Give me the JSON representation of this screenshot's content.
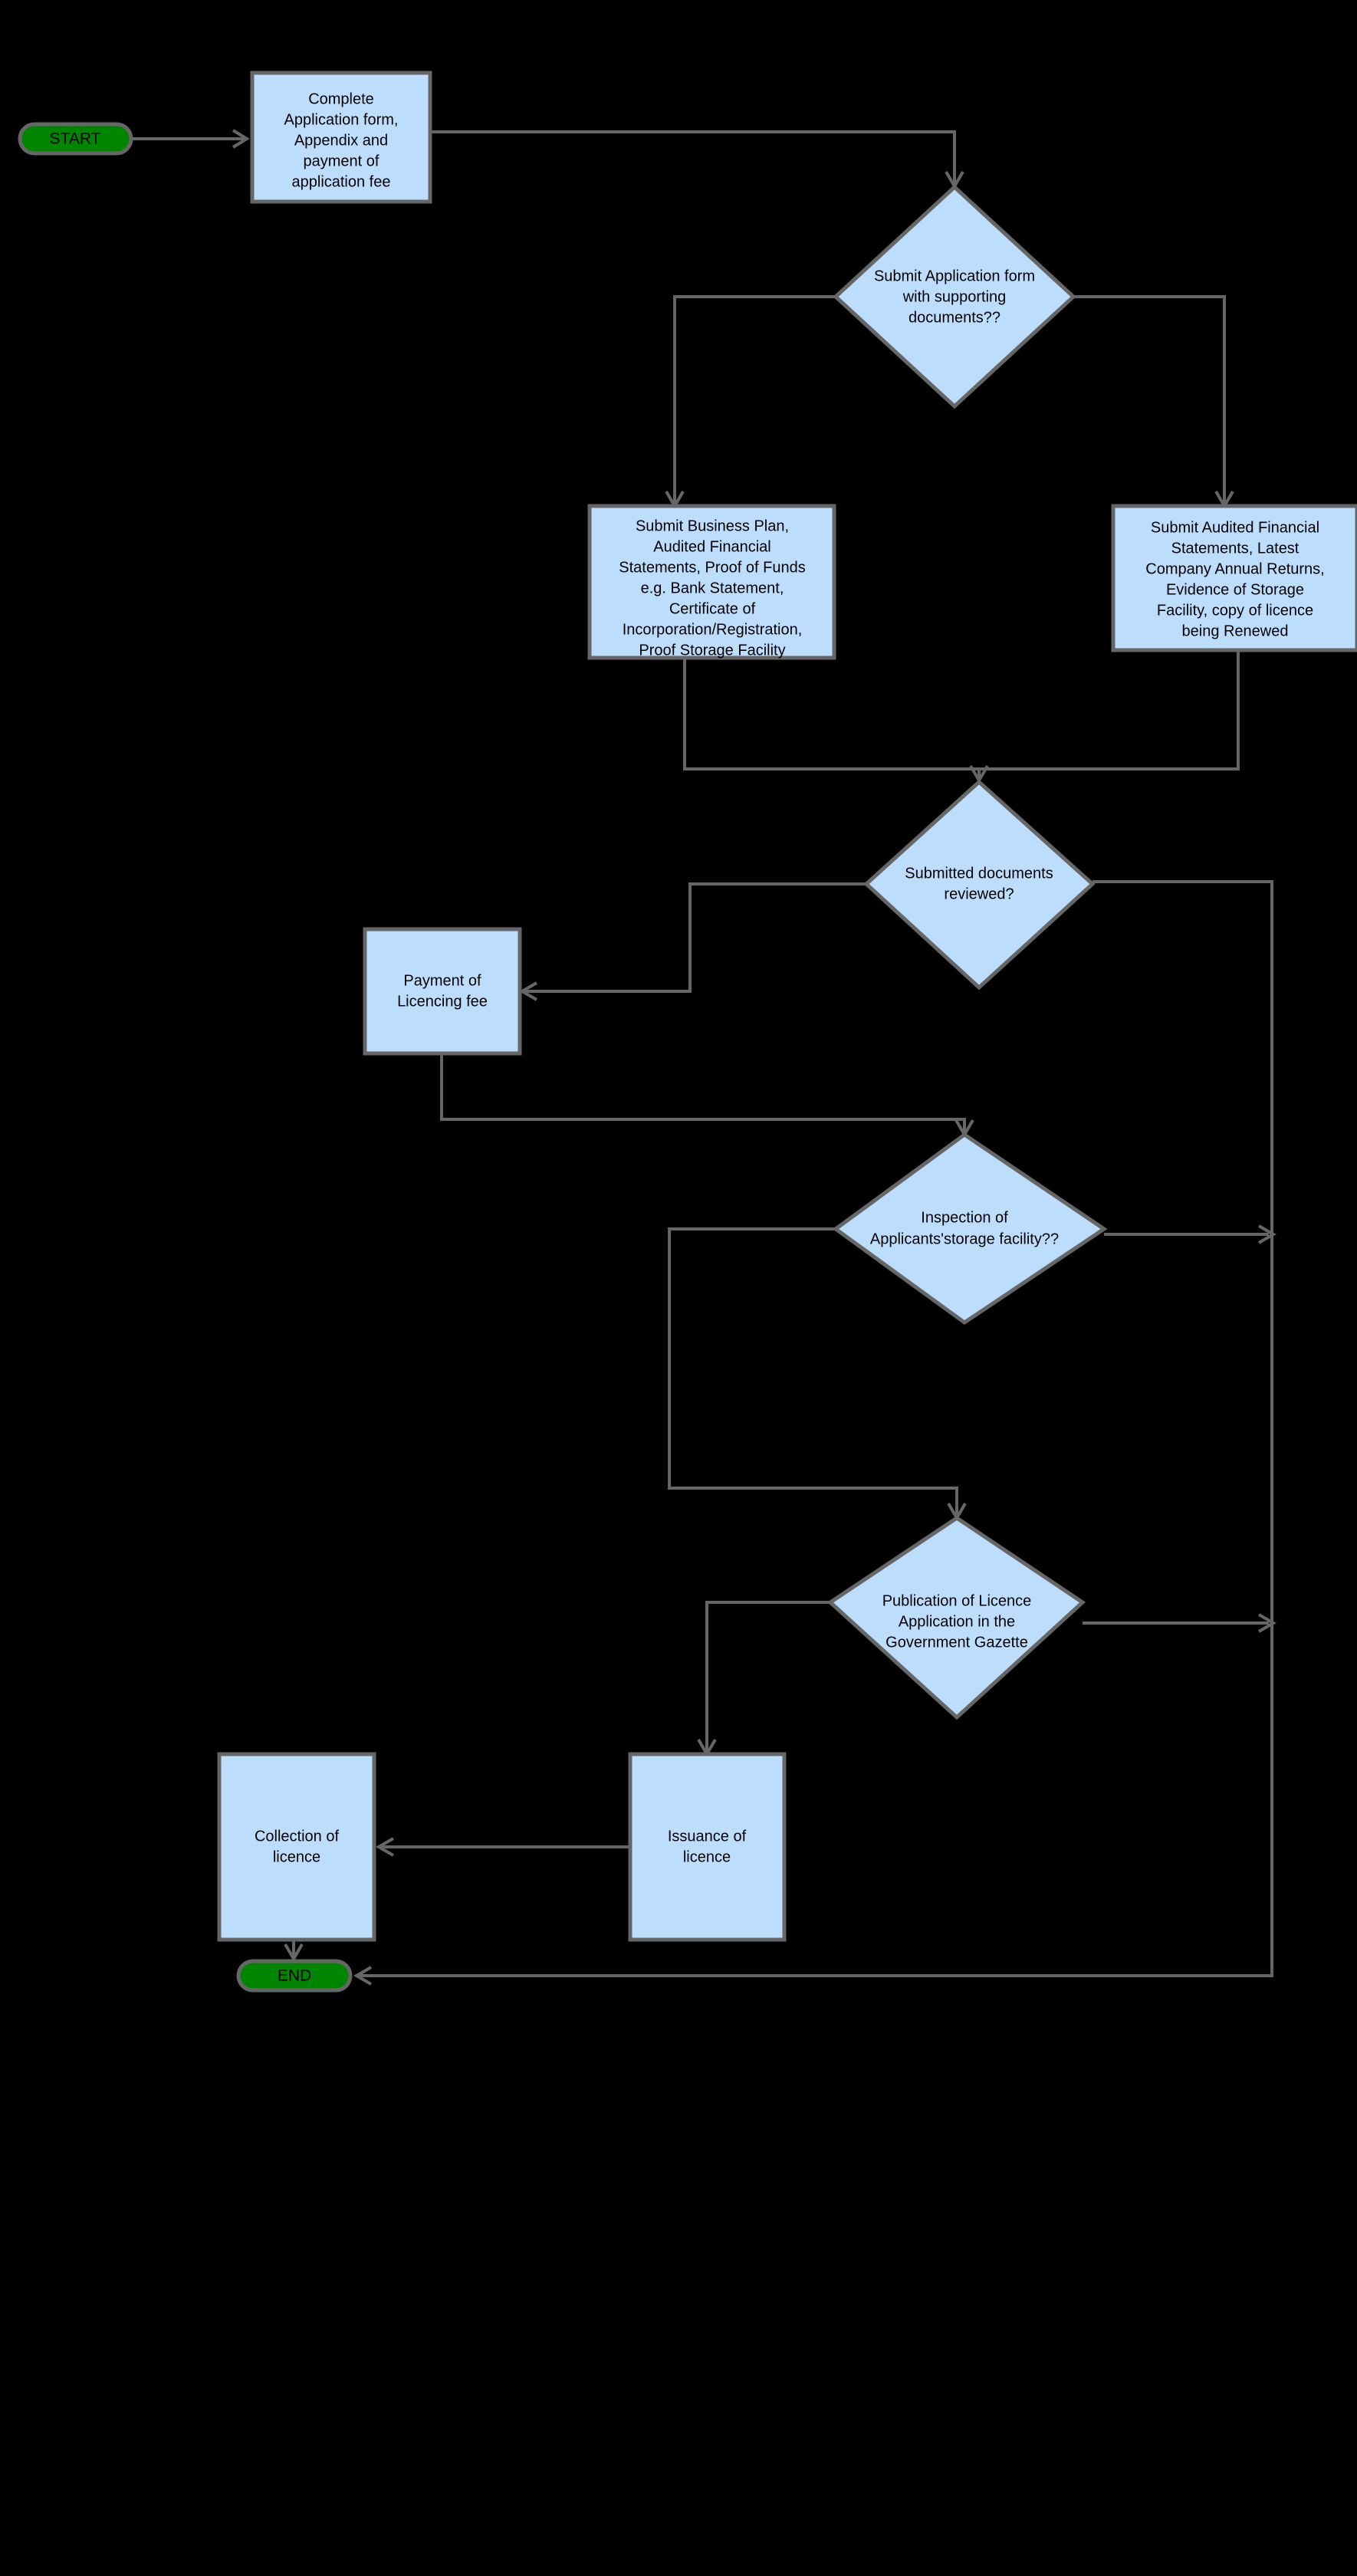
{
  "diagram": {
    "title": "Licence Application Process Flowchart",
    "type": "flowchart",
    "background_color": "#000000",
    "process_fill": "#bdddfd",
    "terminator_fill": "#008500",
    "border_color": "#666666",
    "edge_color": "#666666",
    "text_color": "#000000"
  },
  "nodes": {
    "start": {
      "label": "START",
      "shape": "stadium"
    },
    "complete_application": {
      "shape": "rectangle",
      "lines": [
        "Complete",
        "Application form,",
        "Appendix and",
        "payment of",
        "application fee"
      ]
    },
    "submit_application_decision": {
      "shape": "diamond",
      "lines": [
        "Submit Application form",
        "with supporting",
        "documents??"
      ]
    },
    "submit_business_plan": {
      "shape": "rectangle",
      "lines": [
        "Submit Business Plan,",
        "Audited Financial",
        "Statements, Proof of Funds",
        "e.g. Bank Statement,",
        "Certificate of",
        "Incorporation/Registration,",
        "Proof Storage Facility"
      ]
    },
    "submit_audited_financial": {
      "shape": "rectangle",
      "lines": [
        "Submit Audited Financial",
        "Statements, Latest",
        "Company Annual Returns,",
        "Evidence of Storage",
        "Facility, copy of licence",
        "being Renewed"
      ]
    },
    "documents_reviewed_decision": {
      "shape": "diamond",
      "lines": [
        "Submitted documents",
        "reviewed?"
      ]
    },
    "payment_licencing_fee": {
      "shape": "rectangle",
      "lines": [
        "Payment of",
        "Licencing fee"
      ]
    },
    "inspection_decision": {
      "shape": "diamond",
      "lines": [
        "Inspection of",
        "Applicants'storage facility??"
      ]
    },
    "publication_decision": {
      "shape": "diamond",
      "lines": [
        "Publication of Licence",
        "Application in the",
        "Government Gazette"
      ]
    },
    "issuance_licence": {
      "shape": "rectangle",
      "lines": [
        "Issuance of",
        "licence"
      ]
    },
    "collection_licence": {
      "shape": "rectangle",
      "lines": [
        "Collection of",
        "licence"
      ]
    },
    "end": {
      "label": "END",
      "shape": "stadium"
    }
  },
  "edges": [
    {
      "from": "start",
      "to": "complete_application",
      "label": ""
    },
    {
      "from": "complete_application",
      "to": "submit_application_decision",
      "label": ""
    },
    {
      "from": "submit_application_decision",
      "to": "submit_business_plan",
      "label": ""
    },
    {
      "from": "submit_application_decision",
      "to": "submit_audited_financial",
      "label": ""
    },
    {
      "from": "submit_business_plan",
      "to": "documents_reviewed_decision",
      "label": ""
    },
    {
      "from": "submit_audited_financial",
      "to": "documents_reviewed_decision",
      "label": ""
    },
    {
      "from": "documents_reviewed_decision",
      "to": "payment_licencing_fee",
      "label": ""
    },
    {
      "from": "documents_reviewed_decision",
      "to": "end",
      "label": ""
    },
    {
      "from": "payment_licencing_fee",
      "to": "inspection_decision",
      "label": ""
    },
    {
      "from": "inspection_decision",
      "to": "publication_decision",
      "label": ""
    },
    {
      "from": "inspection_decision",
      "to": "end",
      "label": ""
    },
    {
      "from": "publication_decision",
      "to": "issuance_licence",
      "label": ""
    },
    {
      "from": "publication_decision",
      "to": "end",
      "label": ""
    },
    {
      "from": "issuance_licence",
      "to": "collection_licence",
      "label": ""
    },
    {
      "from": "collection_licence",
      "to": "end",
      "label": ""
    }
  ]
}
